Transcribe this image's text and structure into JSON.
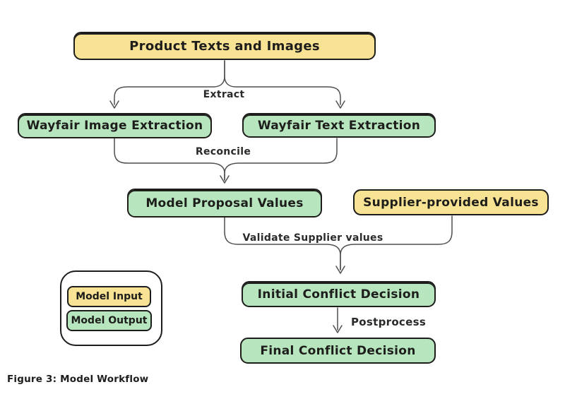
{
  "diagram": {
    "caption": "Figure 3: Model Workflow",
    "nodes": {
      "product": {
        "label": "Product Texts and Images",
        "type": "input"
      },
      "wayfair_image": {
        "label": "Wayfair Image Extraction",
        "type": "output"
      },
      "wayfair_text": {
        "label": "Wayfair Text Extraction",
        "type": "output"
      },
      "model_proposal": {
        "label": "Model Proposal Values",
        "type": "output"
      },
      "supplier": {
        "label": "Supplier-provided Values",
        "type": "input"
      },
      "initial": {
        "label": "Initial Conflict Decision",
        "type": "output"
      },
      "final": {
        "label": "Final Conflict Decision",
        "type": "output"
      }
    },
    "edges": {
      "extract": "Extract",
      "reconcile": "Reconcile",
      "validate": "Validate Supplier values",
      "postprocess": "Postprocess"
    },
    "legend": {
      "input_label": "Model Input",
      "output_label": "Model Output"
    },
    "colors": {
      "input_fill": "#F8E294",
      "output_fill": "#B7E6BE",
      "stroke": "#1D1D1B",
      "connector": "#4F4F4F",
      "background": "#FFFFFF"
    }
  }
}
